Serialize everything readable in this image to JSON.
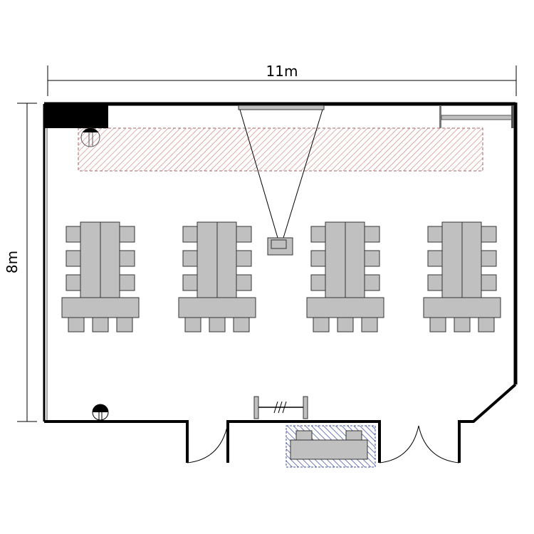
{
  "dimensions": {
    "width_label": "11m",
    "height_label": "8m"
  },
  "table_groups": {
    "count": 4,
    "side_chairs_per_side": 3,
    "front_chairs": 3
  },
  "colors": {
    "wall": "#000000",
    "furniture": "#c0c0c0",
    "stage_hatch": "#c87878",
    "counter_hatch": "#4050a0"
  }
}
